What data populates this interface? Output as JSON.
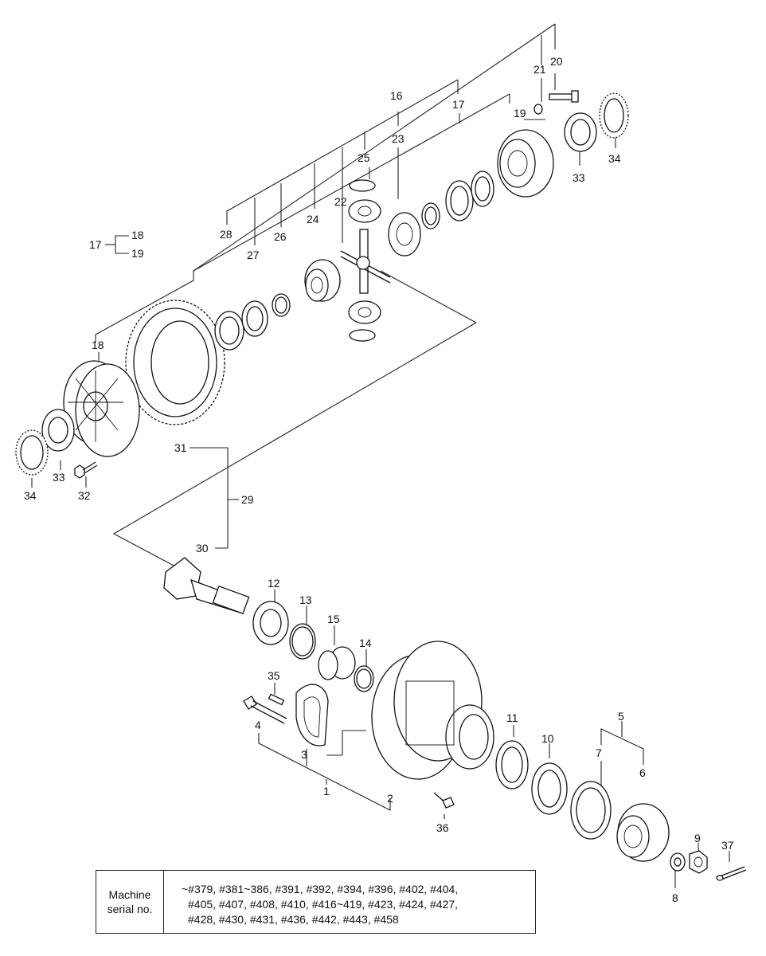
{
  "labels": {
    "l1": "1",
    "l2": "2",
    "l3": "3",
    "l4": "4",
    "l5": "5",
    "l6": "6",
    "l7": "7",
    "l8": "8",
    "l9": "9",
    "l10": "10",
    "l11": "11",
    "l12": "12",
    "l13": "13",
    "l14": "14",
    "l15": "15",
    "l16": "16",
    "l17": "17",
    "l17b": "17",
    "l18": "18",
    "l18b": "18",
    "l19": "19",
    "l19b": "19",
    "l20": "20",
    "l21": "21",
    "l22": "22",
    "l23": "23",
    "l24": "24",
    "l25": "25",
    "l26": "26",
    "l27": "27",
    "l28": "28",
    "l29": "29",
    "l30": "30",
    "l31": "31",
    "l32": "32",
    "l33": "33",
    "l33b": "33",
    "l34": "34",
    "l34b": "34",
    "l35": "35",
    "l36": "36",
    "l37": "37"
  },
  "serial_table": {
    "header_line1": "Machine",
    "header_line2": "serial no.",
    "line1": "~#379, #381~386, #391, #392, #394, #396, #402, #404,",
    "line2": "#405, #407, #408, #410, #416~419, #423, #424, #427,",
    "line3": "#428, #430, #431, #436, #442, #443, #458"
  }
}
